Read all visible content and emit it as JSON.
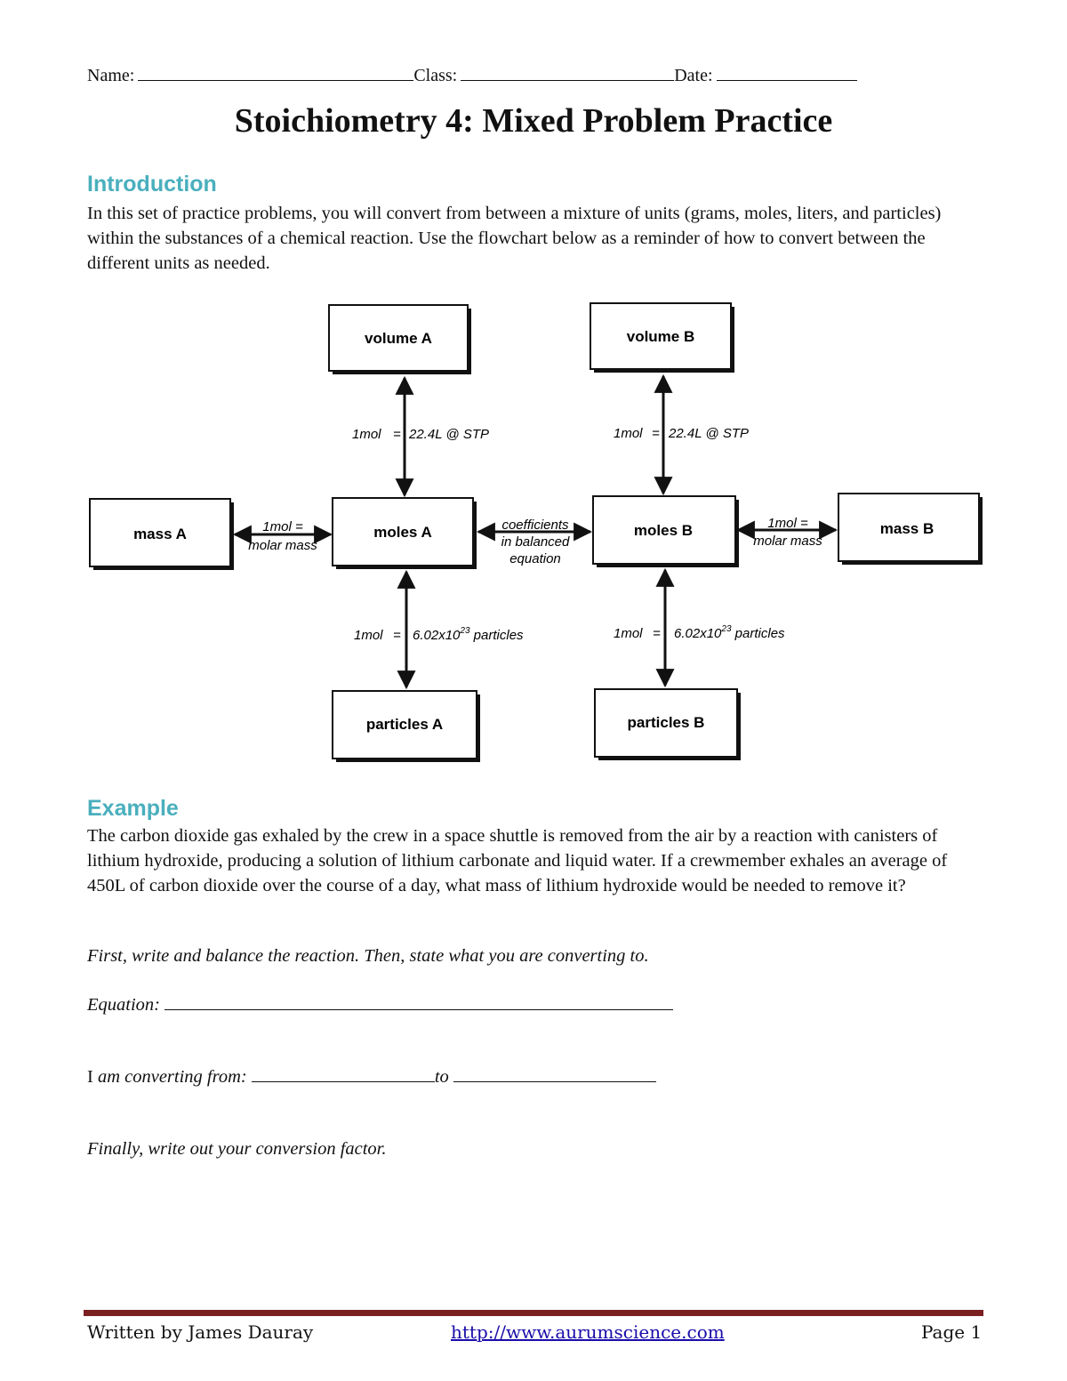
{
  "header": {
    "name_label": "Name:",
    "class_label": "Class:",
    "date_label": "Date:"
  },
  "title": "Stoichiometry 4: Mixed Problem Practice",
  "intro": {
    "heading": "Introduction",
    "text": "In this set of practice problems, you will convert from between a mixture of units (grams, moles, liters, and particles) within the substances of a chemical reaction.  Use the flowchart below as a reminder of how to convert between the different units as needed."
  },
  "flowchart": {
    "boxes": {
      "volume_a": "volume A",
      "volume_b": "volume B",
      "mass_a": "mass A",
      "moles_a": "moles A",
      "moles_b": "moles B",
      "mass_b": "mass B",
      "particles_a": "particles A",
      "particles_b": "particles B"
    },
    "conversions": {
      "volume_a": {
        "left": "1mol",
        "eq": "=",
        "right": "22.4L @ STP"
      },
      "volume_b": {
        "left": "1mol",
        "eq": "=",
        "right": "22.4L @ STP"
      },
      "mass_a": {
        "line1": "1mol =",
        "line2": "molar mass"
      },
      "mass_b": {
        "line1": "1mol =",
        "line2": "molar mass"
      },
      "coefficients": {
        "line1": "coefficients",
        "line2": "in balanced",
        "line3": "equation"
      },
      "particles_a": {
        "left": "1mol",
        "eq": "=",
        "right": "6.02x10",
        "exp": "23",
        "unit": " particles"
      },
      "particles_b": {
        "left": "1mol",
        "eq": "=",
        "right": "6.02x10",
        "exp": "23",
        "unit": " particles"
      }
    }
  },
  "example": {
    "heading": "Example",
    "text": "The carbon dioxide gas exhaled by the crew in a space shuttle is removed from the air by a reaction with canisters of lithium hydroxide, producing a solution of lithium carbonate and liquid water.  If a crewmember exhales an average of 450L of carbon dioxide over the course of a day, what mass of lithium hydroxide would be needed to remove it?",
    "instruction": "First, write and balance the reaction. Then, state what you are converting to.",
    "equation_label": "Equation:",
    "converting_i": "I",
    "converting_label": " am converting from:",
    "converting_to": "to",
    "final_instruction": "Finally, write out your conversion factor."
  },
  "footer": {
    "author": "Written by James Dauray",
    "link": "http://www.aurumscience.com",
    "page": "Page 1"
  },
  "colors": {
    "heading": "#4aafbd",
    "footer_rule": "#7b2020",
    "link": "#1a0dab"
  }
}
